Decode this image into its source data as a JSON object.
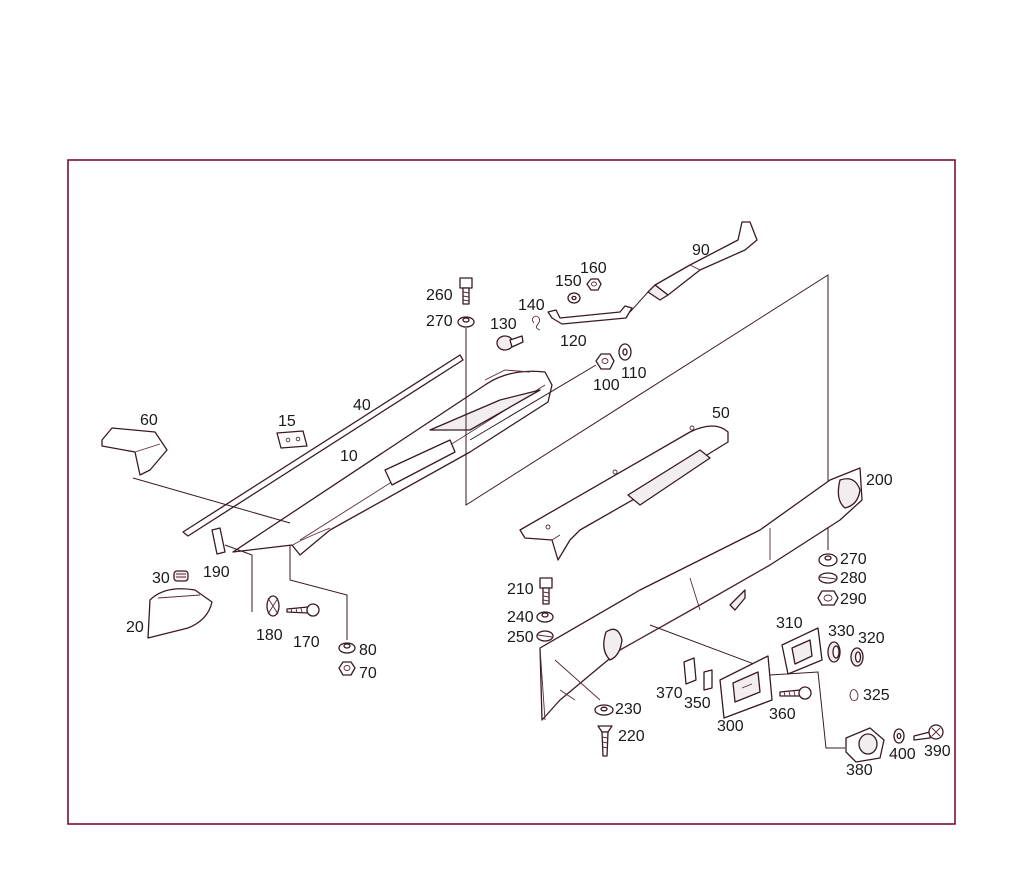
{
  "colors": {
    "frame": "#7a1030",
    "line": "#3a1a22",
    "accent": "#9a1040"
  },
  "labels": {
    "p10": "10",
    "p15": "15",
    "p20": "20",
    "p30": "30",
    "p40": "40",
    "p50": "50",
    "p60": "60",
    "p70": "70",
    "p80": "80",
    "p90": "90",
    "p100": "100",
    "p110": "110",
    "p120": "120",
    "p130": "130",
    "p140": "140",
    "p150": "150",
    "p160": "160",
    "p170": "170",
    "p180": "180",
    "p190": "190",
    "p200": "200",
    "p210": "210",
    "p220": "220",
    "p230": "230",
    "p240": "240",
    "p250": "250",
    "p260": "260",
    "p270a": "270",
    "p270b": "270",
    "p280": "280",
    "p290": "290",
    "p300": "300",
    "p310": "310",
    "p320": "320",
    "p325": "325",
    "p330": "330",
    "p350": "350",
    "p360": "360",
    "p370": "370",
    "p380": "380",
    "p390": "390",
    "p400": "400"
  }
}
